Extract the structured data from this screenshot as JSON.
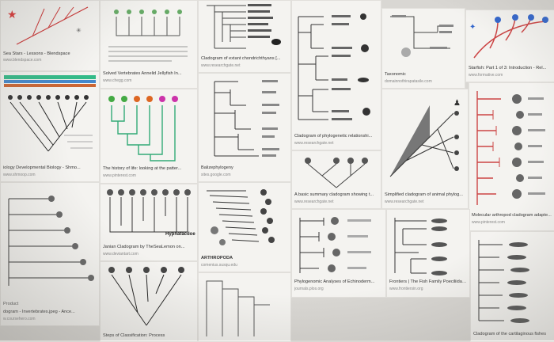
{
  "results": [
    {
      "caption": "Sea Stars - Lessons - Blendspace",
      "source": "www.blendspace.com",
      "icon": "star-phylogeny-icon"
    },
    {
      "caption": "Solved Vertebrates Annelid Jellyfish In...",
      "source": "www.chegg.com",
      "icon": "vertebrate-tree-icon"
    },
    {
      "caption": "Cladogram of extant chondrichthyans [...",
      "source": "www.researchgate.net",
      "icon": "shark-cladogram-icon"
    },
    {
      "caption": "Cladogram of phylogenetic relationshi...",
      "source": "www.researchgate.net",
      "icon": "phylogeny-icon"
    },
    {
      "caption": "Taxonomic",
      "source": "domainnothirapatasile.com",
      "icon": "taxonomy-icon"
    },
    {
      "caption": "Starfish: Part 1 of 3: Introduction - Rel...",
      "source": "www.formative.com",
      "icon": "starfish-tree-icon"
    },
    {
      "caption": "iology Developmental Biology - Shmo...",
      "source": "www.shmoop.com",
      "icon": "animal-tree-icon"
    },
    {
      "caption": "The history of life: looking at the patter...",
      "source": "www.pinterest.com",
      "icon": "history-tree-icon"
    },
    {
      "caption": "Balizephylogeny",
      "source": "sites.google.com",
      "icon": "bracket-tree-icon"
    },
    {
      "caption": "A basic summary cladogram showing t...",
      "source": "www.researchgate.net",
      "icon": "summary-cladogram-icon"
    },
    {
      "caption": "Simplified cladogram of animal phylog...",
      "source": "www.researchgate.net",
      "icon": "wedge-cladogram-icon"
    },
    {
      "caption": "Molecular arthropod cladogram adapte...",
      "source": "www.pinterest.com",
      "icon": "arthropod-tree-icon"
    },
    {
      "caption": "Janian Cladogram by TheSeaLemon on...",
      "source": "www.deviantart.com",
      "icon": "creature-cladogram-icon",
      "inline_label": "Hyphafacdoe"
    },
    {
      "caption": "ARTHROPODA",
      "source": "comenius.susqu.edu",
      "icon": "arthropoda-icon"
    },
    {
      "caption": "Phylogenomic Analyses of Echinoderm...",
      "source": "journals.plos.org",
      "icon": "echinoderm-icon"
    },
    {
      "caption": "Frontiers | The Fish Family Poeciliidae:...",
      "source": "www.frontiersin.org",
      "icon": "fish-tree-icon"
    },
    {
      "caption": "dogram - Invertebrates.jpeg - Ance...",
      "source": "w.coursehero.com",
      "icon": "invertebrate-tree-icon",
      "inline_label": "Product"
    },
    {
      "caption": "Steps of Classification: Process",
      "source": "",
      "icon": "classification-icon"
    },
    {
      "caption": "Cladogram of the cartilaginous fishes",
      "source": "",
      "icon": "cartilaginous-icon"
    },
    {
      "caption": "",
      "source": "",
      "icon": "staircase-tree-icon"
    }
  ]
}
